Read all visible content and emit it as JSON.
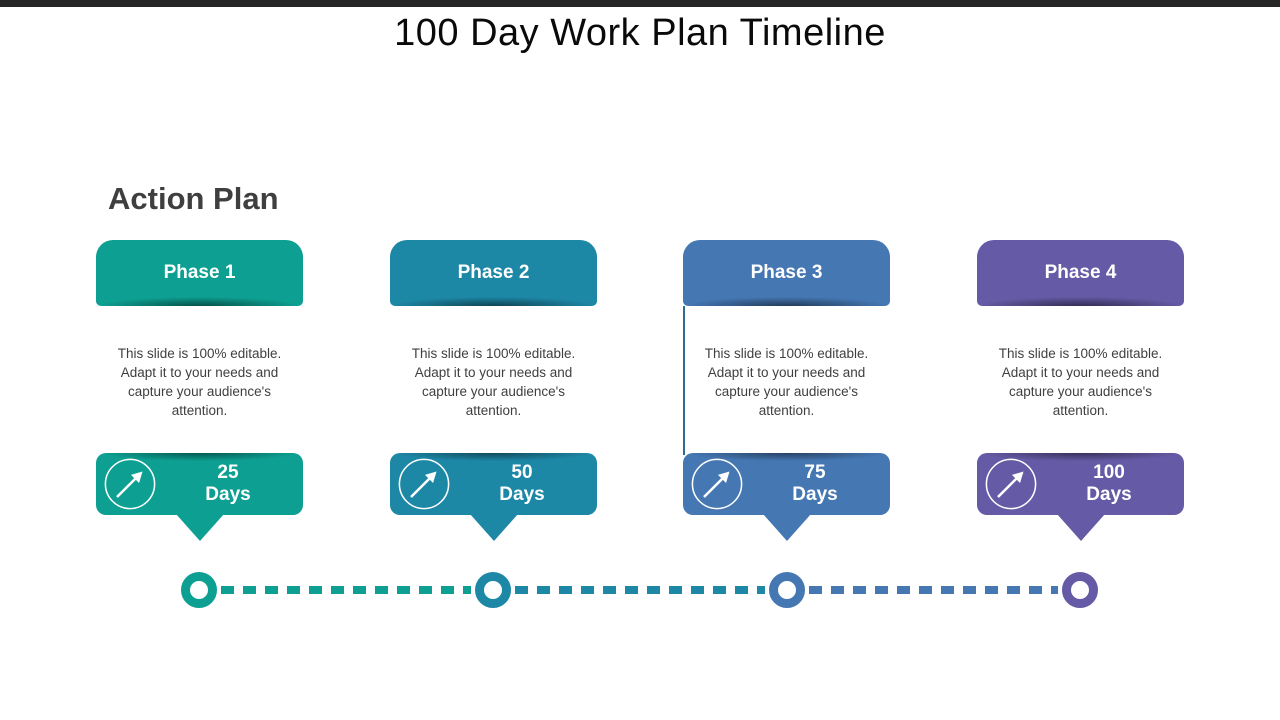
{
  "slide": {
    "title": "100 Day Work Plan Timeline",
    "section_title": "Action Plan",
    "top_bar_color": "#262626",
    "background_color": "#ffffff",
    "text_color": "#3f3f3f"
  },
  "phases": [
    {
      "label": "Phase 1",
      "description": "This slide is 100% editable. Adapt it to your needs and capture your audience's attention.",
      "days_value": "25",
      "days_unit": "Days",
      "color": "#0da092",
      "icon": "trend-up-arrow"
    },
    {
      "label": "Phase 2",
      "description": "This slide is 100% editable. Adapt it to your needs and capture your audience's attention.",
      "days_value": "50",
      "days_unit": "Days",
      "color": "#1d87a6",
      "icon": "trend-up-arrow"
    },
    {
      "label": "Phase 3",
      "description": "This slide is 100% editable. Adapt it to your needs and capture your audience's attention.",
      "days_value": "75",
      "days_unit": "Days",
      "color": "#4577b3",
      "icon": "trend-up-arrow"
    },
    {
      "label": "Phase 4",
      "description": "This slide is 100% editable. Adapt it to your needs and capture your audience's attention.",
      "days_value": "100",
      "days_unit": "Days",
      "color": "#655aa5",
      "icon": "trend-up-arrow"
    }
  ],
  "timeline": {
    "node_colors": [
      "#0da092",
      "#1d87a6",
      "#4577b3",
      "#655aa5"
    ],
    "segment_colors": [
      "#0da092",
      "#1d87a6",
      "#4577b3"
    ]
  },
  "decorations": {
    "phase3_edge_line_color": "#2c6c94"
  }
}
